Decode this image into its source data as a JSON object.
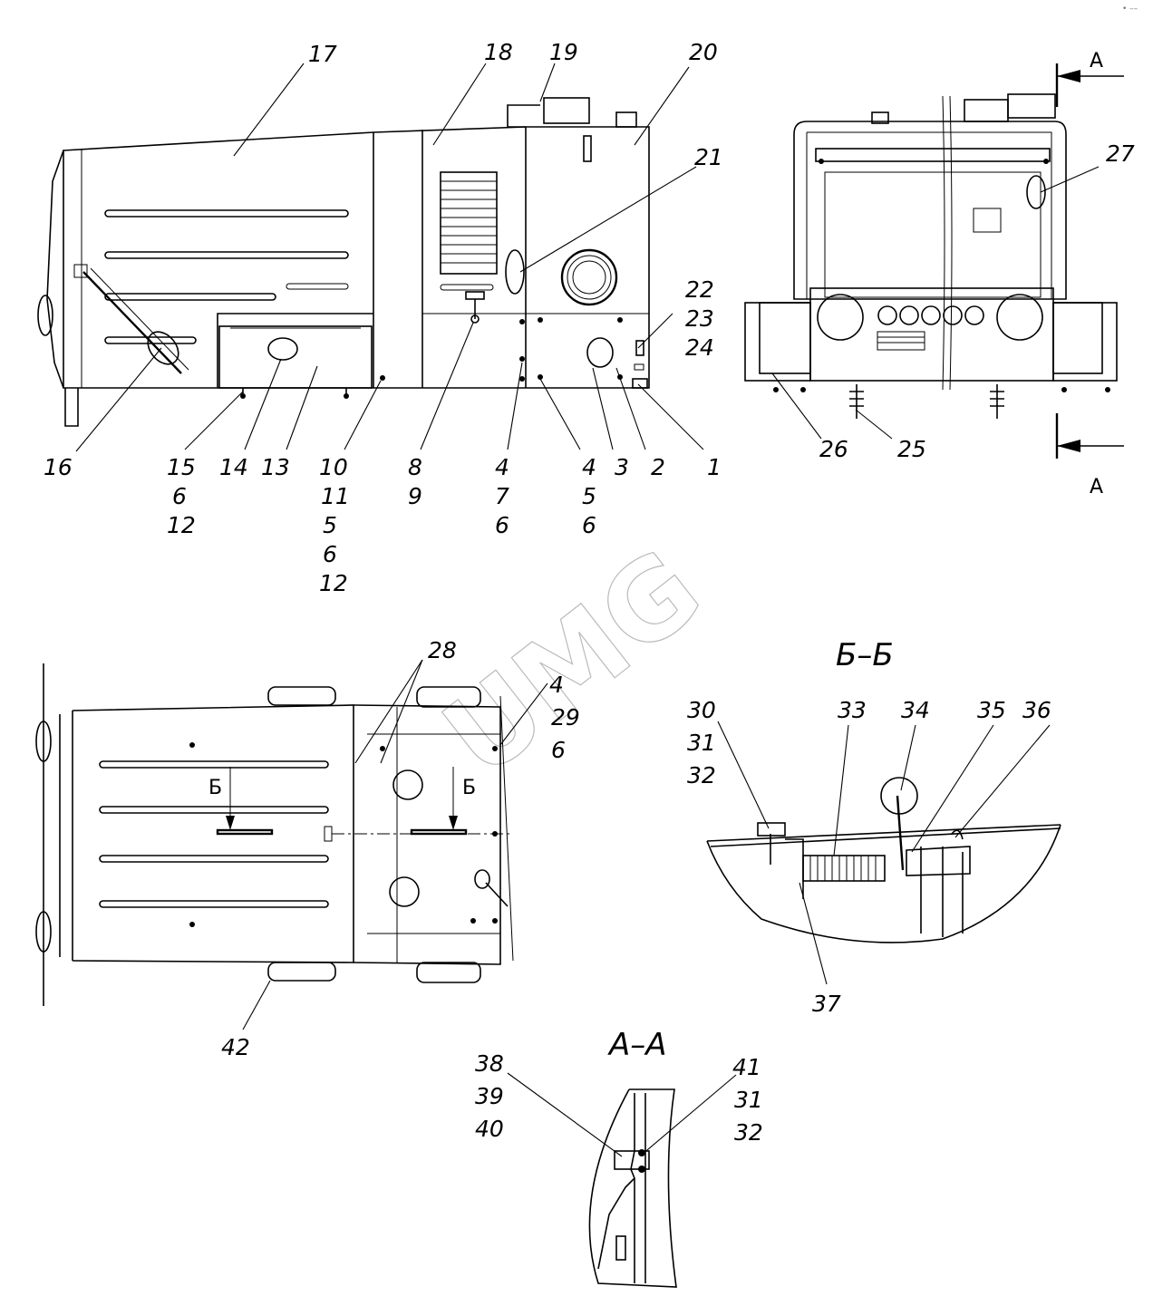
{
  "watermark": "UMG",
  "corner_mark": "• ––",
  "sections": {
    "aa_title": "А–А",
    "bb_title": "Б–Б",
    "view_a_top": "А",
    "view_a_bottom": "А",
    "cut_b_left": "Б",
    "cut_b_right": "Б"
  },
  "callouts": [
    {
      "id": "c17",
      "text": "17"
    },
    {
      "id": "c18",
      "text": "18"
    },
    {
      "id": "c19",
      "text": "19"
    },
    {
      "id": "c20",
      "text": "20"
    },
    {
      "id": "c21",
      "text": "21"
    },
    {
      "id": "c22",
      "text": "22"
    },
    {
      "id": "c23",
      "text": "23"
    },
    {
      "id": "c24",
      "text": "24"
    },
    {
      "id": "c16",
      "text": "16"
    },
    {
      "id": "c15",
      "text": "15"
    },
    {
      "id": "c6a",
      "text": "6"
    },
    {
      "id": "c12a",
      "text": "12"
    },
    {
      "id": "c14",
      "text": "14"
    },
    {
      "id": "c13",
      "text": "13"
    },
    {
      "id": "c10",
      "text": "10"
    },
    {
      "id": "c11",
      "text": "11"
    },
    {
      "id": "c5a",
      "text": "5"
    },
    {
      "id": "c6b",
      "text": "6"
    },
    {
      "id": "c12b",
      "text": "12"
    },
    {
      "id": "c8",
      "text": "8"
    },
    {
      "id": "c9",
      "text": "9"
    },
    {
      "id": "c4a",
      "text": "4"
    },
    {
      "id": "c7",
      "text": "7"
    },
    {
      "id": "c6c",
      "text": "6"
    },
    {
      "id": "c4b",
      "text": "4"
    },
    {
      "id": "c5b",
      "text": "5"
    },
    {
      "id": "c6d",
      "text": "6"
    },
    {
      "id": "c3",
      "text": "3"
    },
    {
      "id": "c2",
      "text": "2"
    },
    {
      "id": "c1",
      "text": "1"
    },
    {
      "id": "c27",
      "text": "27"
    },
    {
      "id": "c26",
      "text": "26"
    },
    {
      "id": "c25",
      "text": "25"
    },
    {
      "id": "c28",
      "text": "28"
    },
    {
      "id": "c4c",
      "text": "4"
    },
    {
      "id": "c29",
      "text": "29"
    },
    {
      "id": "c6e",
      "text": "6"
    },
    {
      "id": "c42",
      "text": "42"
    },
    {
      "id": "c30",
      "text": "30"
    },
    {
      "id": "c31a",
      "text": "31"
    },
    {
      "id": "c32a",
      "text": "32"
    },
    {
      "id": "c33",
      "text": "33"
    },
    {
      "id": "c34",
      "text": "34"
    },
    {
      "id": "c35",
      "text": "35"
    },
    {
      "id": "c36",
      "text": "36"
    },
    {
      "id": "c37",
      "text": "37"
    },
    {
      "id": "c38",
      "text": "38"
    },
    {
      "id": "c39",
      "text": "39"
    },
    {
      "id": "c40",
      "text": "40"
    },
    {
      "id": "c41",
      "text": "41"
    },
    {
      "id": "c31b",
      "text": "31"
    },
    {
      "id": "c32b",
      "text": "32"
    }
  ]
}
